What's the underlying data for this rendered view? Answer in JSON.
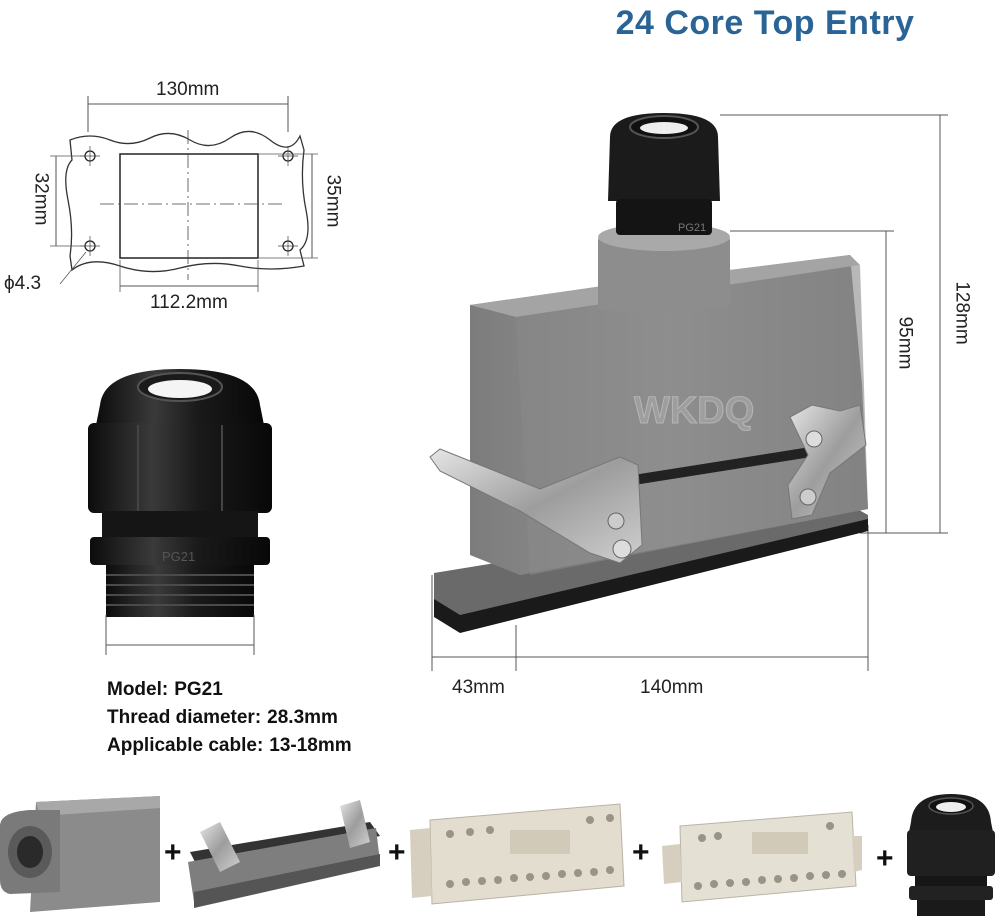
{
  "title": "24 Core Top Entry",
  "drawing": {
    "width_outer": "130mm",
    "width_inner": "112.2mm",
    "height_left": "32mm",
    "height_right": "35mm",
    "hole": "ϕ4.3"
  },
  "housing": {
    "brand": "WKDQ",
    "height_total": "128mm",
    "height_body": "95mm",
    "depth": "43mm",
    "length": "140mm"
  },
  "gland": {
    "marking": "PG21"
  },
  "specs": {
    "model_label": "Model:",
    "model_value": "PG21",
    "thread_label": "Thread diameter:",
    "thread_value": "28.3mm",
    "cable_label": "Applicable cable:",
    "cable_value": "13-18mm"
  },
  "kit": {
    "plus": "+"
  },
  "colors": {
    "title": "#2a6496",
    "housing_grey": "#8a8a8a",
    "gland_black": "#1c1c1c",
    "insert_beige": "#e3ddd0"
  }
}
